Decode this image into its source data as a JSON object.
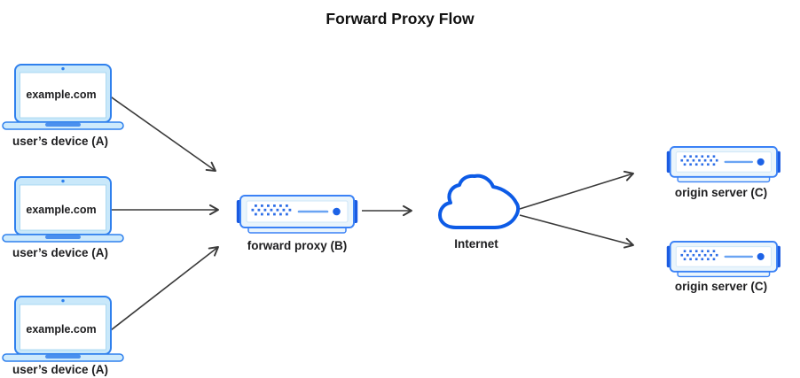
{
  "title": "Forward Proxy Flow",
  "devices": [
    {
      "screen_text": "example.com",
      "label": "user’s device (A)"
    },
    {
      "screen_text": "example.com",
      "label": "user’s device (A)"
    },
    {
      "screen_text": "example.com",
      "label": "user’s device (A)"
    }
  ],
  "proxy": {
    "label": "forward proxy (B)"
  },
  "internet": {
    "label": "Internet"
  },
  "origin_servers": [
    {
      "label": "origin server (C)"
    },
    {
      "label": "origin server (C)"
    }
  ],
  "edges": [
    {
      "from": "user’s device (A) 1",
      "to": "forward proxy (B)"
    },
    {
      "from": "user’s device (A) 2",
      "to": "forward proxy (B)"
    },
    {
      "from": "user’s device (A) 3",
      "to": "forward proxy (B)"
    },
    {
      "from": "forward proxy (B)",
      "to": "Internet"
    },
    {
      "from": "Internet",
      "to": "origin server (C) 1"
    },
    {
      "from": "Internet",
      "to": "origin server (C) 2"
    }
  ],
  "colors": {
    "laptop_stroke": "#2f80ed",
    "laptop_bezel_fill": "#c9e8fa",
    "laptop_base_fill": "#cdeafc",
    "server_body_stroke": "#3b82f6",
    "server_body_fill": "#eaf5fc",
    "server_tab_fill": "#1a5ae0",
    "server_dot_fill": "#2e6fe8",
    "cloud_stroke": "#0d5be6",
    "arrow": "#3a3a3a",
    "text": "#1d1d1f"
  }
}
